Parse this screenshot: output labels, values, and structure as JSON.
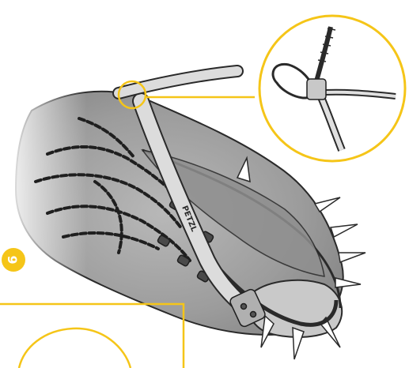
{
  "step_number": "6",
  "strap_lettering": "PETZL",
  "colors": {
    "accent": "#f5c518",
    "line": "#2a2a2a",
    "boot_shade": "#a9a9a9",
    "background": "#ffffff"
  },
  "icons": {
    "step_badge": "numbered-circle",
    "detail_callout": "magnified-circle"
  }
}
